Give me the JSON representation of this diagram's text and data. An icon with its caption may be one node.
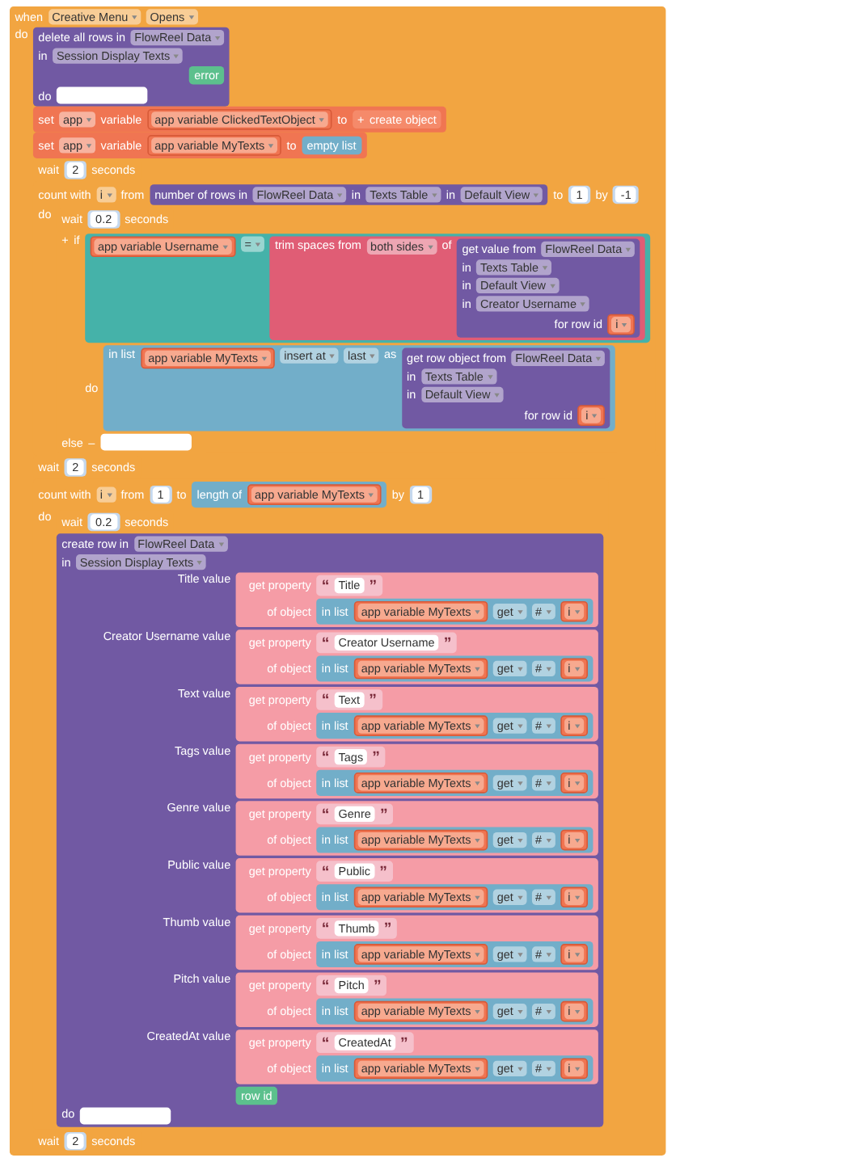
{
  "diagram": {
    "nodes": [
      {
        "text": [
          "when",
          "Creative Menu",
          "Opens",
          "do"
        ]
      },
      {
        "text": [
          "delete all rows in",
          "FlowReel Data",
          "in",
          "Session Display Texts",
          "do"
        ],
        "in": 0
      },
      {
        "text": [
          "error"
        ],
        "in": 1
      },
      {
        "text": [
          "set",
          "app",
          "variable",
          "to"
        ],
        "in": 0
      },
      {
        "text": [
          "app variable ClickedTextObject"
        ],
        "in": 3
      },
      {
        "text": [
          "+",
          "create object"
        ],
        "in": 3
      },
      {
        "text": [
          "set",
          "app",
          "variable",
          "to"
        ],
        "in": 0
      },
      {
        "text": [
          "app variable MyTexts"
        ],
        "in": 6
      },
      {
        "text": [
          "empty list"
        ],
        "in": 6
      },
      {
        "text": [
          "wait",
          "seconds"
        ],
        "in": 0
      },
      {
        "text": [
          "2"
        ],
        "in": 9
      },
      {
        "text": [
          "count with",
          "i",
          "from",
          "to",
          "by",
          "do"
        ],
        "in": 0
      },
      {
        "text": [
          "number of rows in",
          "FlowReel Data",
          "in",
          "Texts Table",
          "in",
          "Default View"
        ],
        "in": 11
      },
      {
        "text": [
          "1"
        ],
        "in": 11
      },
      {
        "text": [
          "-1"
        ],
        "in": 11
      },
      {
        "text": [
          "wait",
          "seconds"
        ],
        "in": 11
      },
      {
        "text": [
          "0.2"
        ],
        "in": 15
      },
      {
        "text": [
          "+",
          "if",
          "do",
          "else",
          "–"
        ],
        "in": 11
      },
      {
        "text": [
          "="
        ],
        "in": 17
      },
      {
        "text": [
          "app variable Username"
        ],
        "in": 18
      },
      {
        "text": [
          "trim spaces from",
          "both sides",
          "of"
        ],
        "in": 18
      },
      {
        "text": [
          "get value from",
          "FlowReel Data",
          "in",
          "Texts Table",
          "in",
          "Default View",
          "in",
          "Creator Username",
          "for row id"
        ],
        "in": 20
      },
      {
        "text": [
          "i"
        ],
        "in": 21
      },
      {
        "text": [
          "in list",
          "insert at",
          "last",
          "as"
        ],
        "in": 17
      },
      {
        "text": [
          "app variable MyTexts"
        ],
        "in": 23
      },
      {
        "text": [
          "get row object from",
          "FlowReel Data",
          "in",
          "Texts Table",
          "in",
          "Default View",
          "for row id"
        ],
        "in": 23
      },
      {
        "text": [
          "i"
        ],
        "in": 25
      },
      {
        "text": [
          "wait",
          "seconds"
        ],
        "in": 0
      },
      {
        "text": [
          "2"
        ],
        "in": 27
      },
      {
        "text": [
          "count with",
          "i",
          "from",
          "to",
          "by",
          "do"
        ],
        "in": 0
      },
      {
        "text": [
          "1"
        ],
        "in": 29
      },
      {
        "text": [
          "length of"
        ],
        "in": 29
      },
      {
        "text": [
          "app variable MyTexts"
        ],
        "in": 31
      },
      {
        "text": [
          "1"
        ],
        "in": 29
      },
      {
        "text": [
          "wait",
          "seconds"
        ],
        "in": 29
      },
      {
        "text": [
          "0.2"
        ],
        "in": 34
      },
      {
        "text": [
          "create row in",
          "FlowReel Data",
          "in",
          "Session Display Texts",
          "Title value",
          "Creator Username value",
          "Text value",
          "Tags value",
          "Genre value",
          "Public value",
          "Thumb value",
          "Pitch value",
          "CreatedAt value",
          "do"
        ],
        "in": 29
      },
      {
        "text": [
          "get property",
          "of object"
        ],
        "in": 36
      },
      {
        "text": [
          "“",
          "Title",
          "”"
        ],
        "in": 37
      },
      {
        "text": [
          "in list",
          "get",
          "#"
        ],
        "in": 37
      },
      {
        "text": [
          "app variable MyTexts"
        ],
        "in": 39
      },
      {
        "text": [
          "i"
        ],
        "in": 39
      },
      {
        "text": [
          "get property",
          "of object"
        ],
        "in": 36
      },
      {
        "text": [
          "“",
          "Creator Username",
          "”"
        ],
        "in": 42
      },
      {
        "text": [
          "in list",
          "get",
          "#"
        ],
        "in": 42
      },
      {
        "text": [
          "app variable MyTexts"
        ],
        "in": 44
      },
      {
        "text": [
          "i"
        ],
        "in": 44
      },
      {
        "text": [
          "get property",
          "of object"
        ],
        "in": 36
      },
      {
        "text": [
          "“",
          "Text",
          "”"
        ],
        "in": 47
      },
      {
        "text": [
          "in list",
          "get",
          "#"
        ],
        "in": 47
      },
      {
        "text": [
          "app variable MyTexts"
        ],
        "in": 49
      },
      {
        "text": [
          "i"
        ],
        "in": 49
      },
      {
        "text": [
          "get property",
          "of object"
        ],
        "in": 36
      },
      {
        "text": [
          "“",
          "Tags",
          "”"
        ],
        "in": 52
      },
      {
        "text": [
          "in list",
          "get",
          "#"
        ],
        "in": 52
      },
      {
        "text": [
          "app variable MyTexts"
        ],
        "in": 54
      },
      {
        "text": [
          "i"
        ],
        "in": 54
      },
      {
        "text": [
          "get property",
          "of object"
        ],
        "in": 36
      },
      {
        "text": [
          "“",
          "Genre",
          "”"
        ],
        "in": 57
      },
      {
        "text": [
          "in list",
          "get",
          "#"
        ],
        "in": 57
      },
      {
        "text": [
          "app variable MyTexts"
        ],
        "in": 59
      },
      {
        "text": [
          "i"
        ],
        "in": 59
      },
      {
        "text": [
          "get property",
          "of object"
        ],
        "in": 36
      },
      {
        "text": [
          "“",
          "Public",
          "”"
        ],
        "in": 62
      },
      {
        "text": [
          "in list",
          "get",
          "#"
        ],
        "in": 62
      },
      {
        "text": [
          "app variable MyTexts"
        ],
        "in": 64
      },
      {
        "text": [
          "i"
        ],
        "in": 64
      },
      {
        "text": [
          "get property",
          "of object"
        ],
        "in": 36
      },
      {
        "text": [
          "“",
          "Thumb",
          "”"
        ],
        "in": 67
      },
      {
        "text": [
          "in list",
          "get",
          "#"
        ],
        "in": 67
      },
      {
        "text": [
          "app variable MyTexts"
        ],
        "in": 69
      },
      {
        "text": [
          "i"
        ],
        "in": 69
      },
      {
        "text": [
          "get property",
          "of object"
        ],
        "in": 36
      },
      {
        "text": [
          "“",
          "Pitch",
          "”"
        ],
        "in": 72
      },
      {
        "text": [
          "in list",
          "get",
          "#"
        ],
        "in": 72
      },
      {
        "text": [
          "app variable MyTexts"
        ],
        "in": 74
      },
      {
        "text": [
          "i"
        ],
        "in": 74
      },
      {
        "text": [
          "get property",
          "of object"
        ],
        "in": 36
      },
      {
        "text": [
          "“",
          "CreatedAt",
          "”"
        ],
        "in": 77
      },
      {
        "text": [
          "in list",
          "get",
          "#"
        ],
        "in": 77
      },
      {
        "text": [
          "app variable MyTexts"
        ],
        "in": 79
      },
      {
        "text": [
          "i"
        ],
        "in": 79
      },
      {
        "text": [
          "row id"
        ],
        "in": 36
      },
      {
        "text": [
          "wait",
          "seconds"
        ],
        "in": 0
      },
      {
        "text": [
          "2"
        ],
        "in": 83
      }
    ]
  }
}
